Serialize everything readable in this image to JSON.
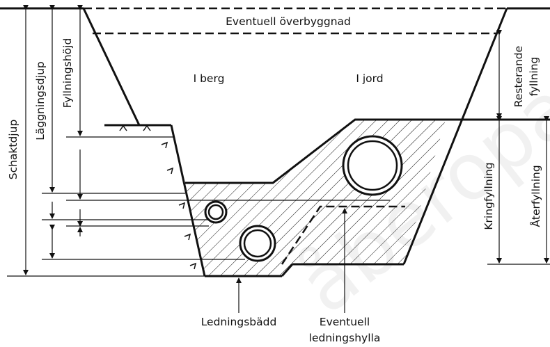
{
  "labels": {
    "eventuell_overbyggnad": "Eventuell överbyggnad",
    "i_berg": "I berg",
    "i_jord": "I jord",
    "resterande": "Resterande",
    "fyllning": "fyllning",
    "kringfyllning": "Kringfyllning",
    "aterfyllning": "Återfyllning",
    "schaktdjup": "Schaktdjup",
    "laggningsdjup": "Läggningsdjup",
    "fyllningshojd": "Fyllningshöjd",
    "ledningsbadd": "Ledningsbädd",
    "eventuell": "Eventuell",
    "ledningshylla": "ledningshylla"
  },
  "watermark": "åberopa",
  "colors": {
    "line": "#111111",
    "background": "#ffffff"
  }
}
